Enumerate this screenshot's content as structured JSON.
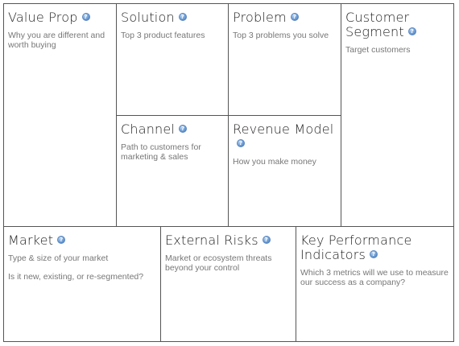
{
  "cells": {
    "value_prop": {
      "title": "Value Prop",
      "desc": "Why you are different and worth buying"
    },
    "solution": {
      "title": "Solution",
      "desc": "Top 3 product features"
    },
    "problem": {
      "title": "Problem",
      "desc": "Top 3 problems you solve"
    },
    "customer_segment": {
      "title_line1": "Customer",
      "title_line2": "Segment",
      "desc": "Target customers"
    },
    "channel": {
      "title": "Channel",
      "desc": "Path to customers for marketing & sales"
    },
    "revenue_model": {
      "title": "Revenue Model",
      "desc": "How you make money"
    },
    "market": {
      "title": "Market",
      "desc1": "Type & size of your market",
      "desc2": "Is it new, existing, or re-segmented?"
    },
    "external_risks": {
      "title": "External Risks",
      "desc": "Market or ecosystem threats beyond your control"
    },
    "kpi": {
      "title_line1": "Key Performance",
      "title_line2": "Indicators",
      "desc": "Which 3 metrics will we use to measure our success as a company?"
    }
  },
  "icons": {
    "help": "help-icon"
  },
  "colors": {
    "border": "#555555",
    "title": "#222222",
    "desc": "#777777",
    "icon": "#5a86bf"
  }
}
